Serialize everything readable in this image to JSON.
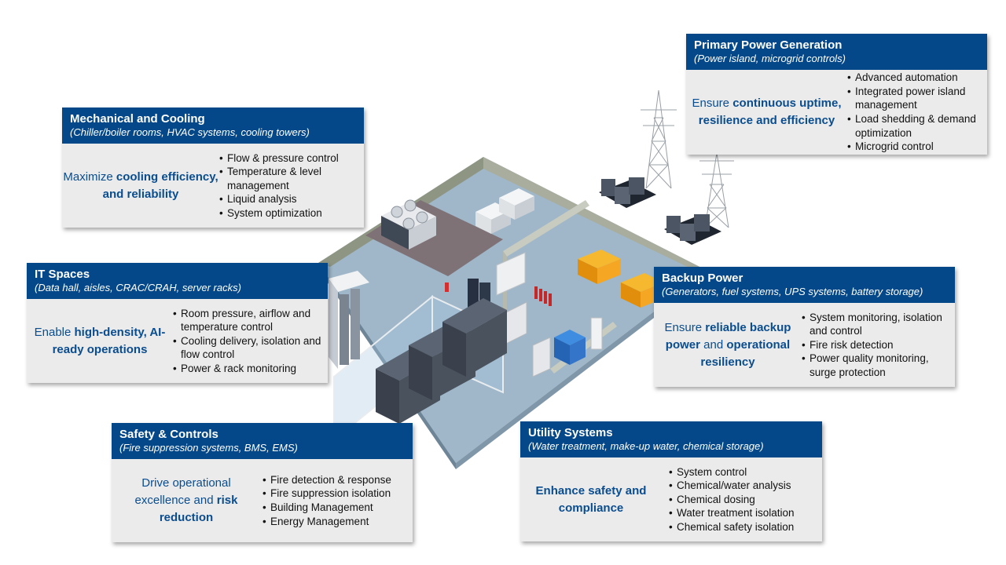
{
  "colors": {
    "header_bg": "#054889",
    "body_bg": "#ebebeb",
    "lead_text": "#0a4d8f",
    "accent_orange": "#f5a623"
  },
  "cards": {
    "primary_power": {
      "title": "Primary Power Generation",
      "subtitle": "(Power island, microgrid controls)",
      "lead": [
        "Ensure ",
        "continuous uptime, resilience and efficiency",
        ""
      ],
      "bullets": [
        "Advanced automation",
        "Integrated power island management",
        "Load shedding & demand optimization",
        "Microgrid control"
      ]
    },
    "mechanical": {
      "title": "Mechanical and Cooling",
      "subtitle": "(Chiller/boiler rooms, HVAC systems, cooling towers)",
      "lead": [
        "Maximize ",
        "cooling efficiency, and reliability",
        ""
      ],
      "bullets": [
        "Flow & pressure control",
        "Temperature & level management",
        "Liquid analysis",
        "System optimization"
      ]
    },
    "it_spaces": {
      "title": "IT Spaces",
      "subtitle": "(Data hall, aisles, CRAC/CRAH, server racks)",
      "lead": [
        "Enable ",
        "high-density, AI-ready operations",
        ""
      ],
      "bullets": [
        "Room pressure, airflow and temperature control",
        "Cooling delivery, isolation and flow control",
        "Power & rack monitoring"
      ]
    },
    "backup_power": {
      "title": "Backup Power",
      "subtitle": "(Generators, fuel systems, UPS systems, battery storage)",
      "lead_a": "Ensure ",
      "lead_b": "reliable backup power",
      "lead_c": " and ",
      "lead_d": "operational resiliency",
      "bullets": [
        "System monitoring, isolation and control",
        "Fire risk detection",
        "Power quality monitoring, surge protection"
      ]
    },
    "safety": {
      "title": "Safety & Controls",
      "subtitle": "(Fire suppression systems, BMS, EMS)",
      "lead": [
        "Drive operational excellence and ",
        "risk reduction",
        ""
      ],
      "bullets": [
        "Fire detection & response",
        "Fire suppression isolation",
        "Building Management",
        "Energy Management"
      ]
    },
    "utility": {
      "title": "Utility Systems",
      "subtitle": "(Water treatment, make-up water, chemical storage)",
      "lead": [
        "",
        "Enhance safety and compliance",
        ""
      ],
      "bullets": [
        "System control",
        "Chemical/water analysis",
        "Chemical dosing",
        "Water treatment isolation",
        "Chemical safety isolation"
      ]
    }
  }
}
